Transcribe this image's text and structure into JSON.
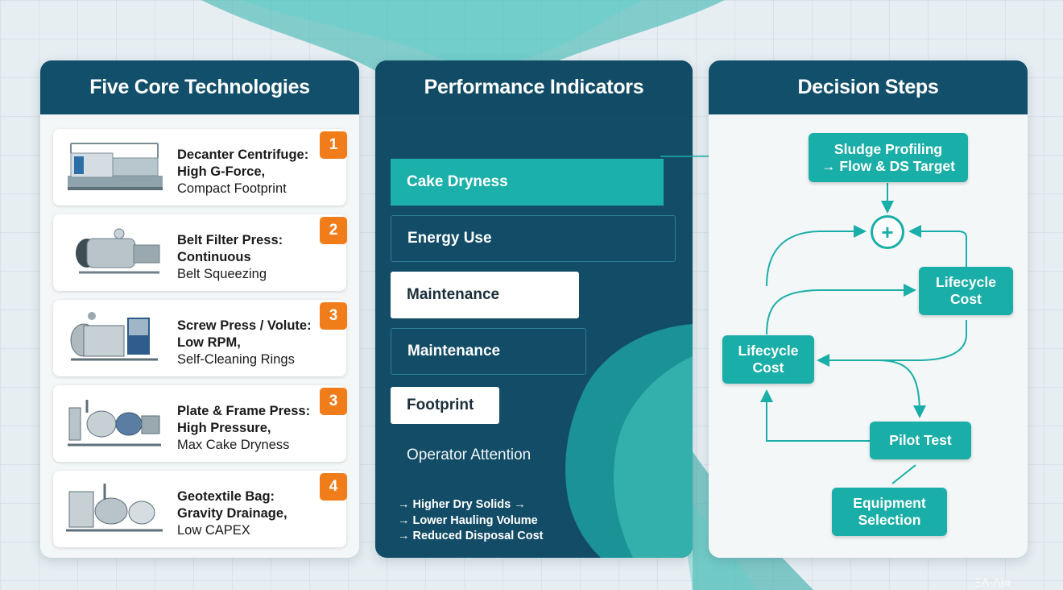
{
  "colors": {
    "header": "#124f6b",
    "teal": "#1aaea8",
    "badge_orange": "#f07d1a",
    "indicator_panel": "#134c66"
  },
  "technologies": {
    "title": "Five Core Technologies",
    "items": [
      {
        "badge": "1",
        "title": "Decanter Centrifuge:",
        "line2": "High G-Force,",
        "line3": "Compact Footprint",
        "image": "centrifuge-machine-icon"
      },
      {
        "badge": "2",
        "title": "Belt Filter Press:",
        "line2": "Continuous",
        "line3": "Belt Squeezing",
        "image": "belt-press-machine-icon"
      },
      {
        "badge": "3",
        "title": "Screw Press / Volute:",
        "line2": "Low RPM,",
        "line3": "Self-Cleaning Rings",
        "image": "screw-press-machine-icon"
      },
      {
        "badge": "3",
        "title": "Plate & Frame Press:",
        "line2": "High Pressure,",
        "line3": "Max Cake Dryness",
        "image": "plate-press-machine-icon"
      },
      {
        "badge": "4",
        "title": "Geotextile Bag:",
        "line2": "Gravity Drainage,",
        "line3": "Low CAPEX",
        "image": "geotextile-machine-icon"
      }
    ]
  },
  "indicators": {
    "title": "Performance Indicators",
    "items": [
      "Cake Dryness",
      "Energy Use",
      "Maintenance",
      "Maintenance",
      "Footprint",
      "Operator Attention"
    ],
    "benefits": [
      "→ Higher Dry Solids →",
      "→ Lower Hauling Volume",
      "→ Reduced Disposal Cost"
    ]
  },
  "decision": {
    "title": "Decision Steps",
    "nodes": {
      "profiling": "Sludge Profiling\n→ Flow & DS Target",
      "plus": "+",
      "lifecycle_right": "Lifecycle\nCost",
      "lifecycle_left": "Lifecycle\nCost",
      "pilot": "Pilot Test",
      "equipment": "Equipment\nSelection"
    }
  },
  "watermark": "ΞΛ·ΛΙ¤"
}
